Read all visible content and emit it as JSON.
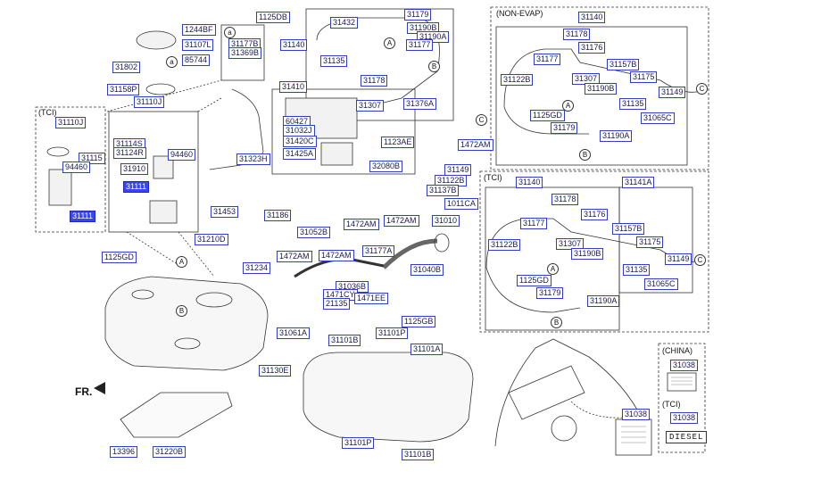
{
  "section_captions": {
    "tci_left": "(TCI)",
    "non_evap": "(NON-EVAP)",
    "tci_right": "(TCI)",
    "china": "(CHINA)",
    "tci_decal": "(TCI)"
  },
  "detail_markers": {
    "a": "a",
    "A": "A",
    "B": "B",
    "C": "C"
  },
  "front_indicator": "FR.",
  "diesel_decal_text": "DIESEL",
  "parts": {
    "p_1244BF": "1244BF",
    "p_31107L": "31107L",
    "p_85744": "85744",
    "p_31802": "31802",
    "p_31158P": "31158P",
    "p_31110J_top": "31110J",
    "p_31177B": "31177B",
    "p_31369B": "31369B",
    "p_1125DB": "1125DB",
    "p_31140_top": "31140",
    "p_31432": "31432",
    "p_31179_top": "31179",
    "p_31190B_top": "31190B",
    "p_31190A_top": "31190A",
    "p_31177_top": "31177",
    "p_31135_top": "31135",
    "p_31178_top": "31178",
    "p_31307_top": "31307",
    "p_31376A": "31376A",
    "p_31410": "31410",
    "p_60427": "60427",
    "p_31032J": "31032J",
    "p_31420C": "31420C",
    "p_31425A": "31425A",
    "p_1123AE": "1123AE",
    "p_32080B": "32080B",
    "p_31323H": "31323H",
    "p_31110J_tci": "31110J",
    "p_31115": "31115",
    "p_94460_tci": "94460",
    "p_31111_tci": "31111",
    "p_31114S": "31114S",
    "p_31124R": "31124R",
    "p_94460": "94460",
    "p_31910": "31910",
    "p_31111": "31111",
    "p_1472AM_a": "1472AM",
    "p_31149_mid": "31149",
    "p_31122B_mid": "31122B",
    "p_31137B": "31137B",
    "p_1011CA": "1011CA",
    "p_1472AM_b": "1472AM",
    "p_1472AM_c": "1472AM",
    "p_31010": "31010",
    "p_31453": "31453",
    "p_31186": "31186",
    "p_31210D": "31210D",
    "p_31052B": "31052B",
    "p_1472AM_d": "1472AM",
    "p_1472AM_e": "1472AM",
    "p_31177A": "31177A",
    "p_31040B": "31040B",
    "p_1125GD_main": "1125GD",
    "p_31234": "31234",
    "p_31036B": "31036B",
    "p_1471CY": "1471CY",
    "p_1471EE": "1471EE",
    "p_21135": "21135",
    "p_1125GB": "1125GB",
    "p_31061A": "31061A",
    "p_31101B_top": "31101B",
    "p_31101P_top": "31101P",
    "p_31101A": "31101A",
    "p_31130E": "31130E",
    "p_31101P_bot": "31101P",
    "p_31101B_bot": "31101B",
    "p_13396": "13396",
    "p_31220B": "31220B",
    "ne_31140": "31140",
    "ne_31178": "31178",
    "ne_31176": "31176",
    "ne_31177": "31177",
    "ne_31157B": "31157B",
    "ne_31122B": "31122B",
    "ne_31307": "31307",
    "ne_31190B": "31190B",
    "ne_31175": "31175",
    "ne_31149": "31149",
    "ne_1125GD": "1125GD",
    "ne_31135": "31135",
    "ne_31065C": "31065C",
    "ne_31179": "31179",
    "ne_31190A": "31190A",
    "tr_31140": "31140",
    "tr_31141A": "31141A",
    "tr_31178": "31178",
    "tr_31176": "31176",
    "tr_31177": "31177",
    "tr_31157B": "31157B",
    "tr_31122B": "31122B",
    "tr_31307": "31307",
    "tr_31175": "31175",
    "tr_31190B": "31190B",
    "tr_31149": "31149",
    "tr_31135": "31135",
    "tr_1125GD": "1125GD",
    "tr_31065C": "31065C",
    "tr_31179": "31179",
    "tr_31190A": "31190A",
    "dc_31038_china": "31038",
    "dc_31038_tci": "31038",
    "dc_31038_car": "31038"
  },
  "highlighted_parts": [
    "31111"
  ],
  "colors": {
    "label_border": "#2f3fbf",
    "label_text": "#1a1a4a",
    "highlight_fill": "#3b46e8",
    "line_art": "#333333",
    "dashed_frame": "#555555"
  }
}
